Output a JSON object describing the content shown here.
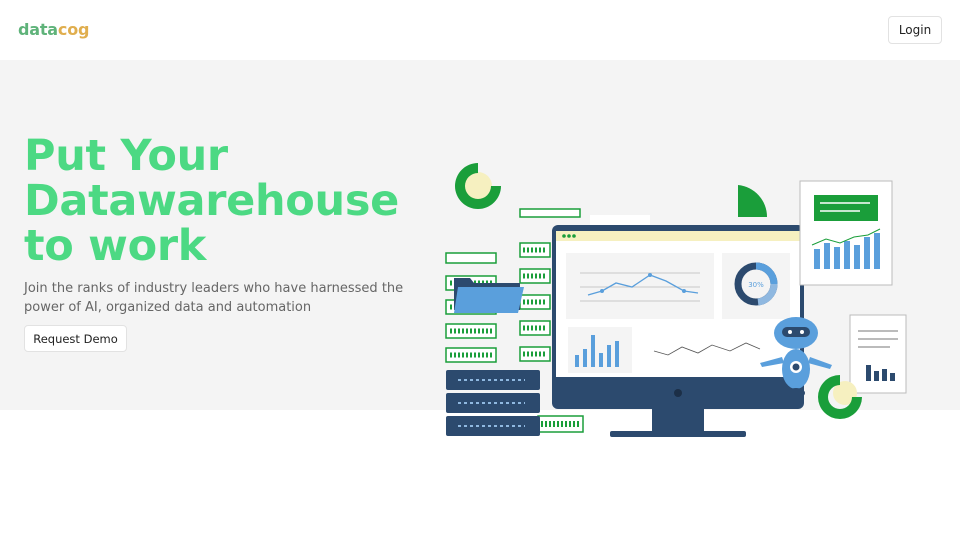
{
  "brand": {
    "part1": "data",
    "part2": "cog"
  },
  "nav": {
    "login_label": "Login"
  },
  "hero": {
    "headline_lines": [
      "Put Your",
      "Datawarehouse",
      "to work"
    ],
    "subtext": "Join the ranks of industry leaders who have harnessed the power of AI, organized data and automation",
    "cta_label": "Request Demo"
  },
  "illustration": {
    "donut_label": "30%",
    "colors": {
      "green": "#1a9e3a",
      "blue": "#5a9fdc",
      "navy": "#2c4a6e",
      "yellow": "#f6f0c0"
    }
  }
}
